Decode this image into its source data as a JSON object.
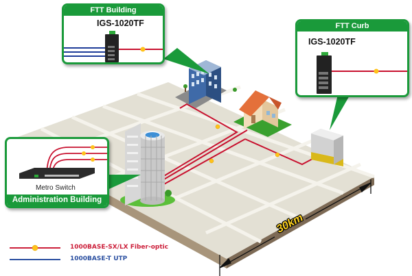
{
  "callouts": {
    "ftt_building": {
      "title": "FTT Building",
      "model": "IGS-1020TF"
    },
    "ftt_curb": {
      "title": "FTT Curb",
      "model": "IGS-1020TF"
    },
    "admin": {
      "title": "Administration Building",
      "device_label": "Metro Switch"
    }
  },
  "distance_label": "30km",
  "legend": [
    {
      "label": "1000BASE-SX/LX Fiber-optic",
      "type": "fiber",
      "color": "#cc1f3a"
    },
    {
      "label": "1000BASE-T UTP",
      "type": "utp",
      "color": "#2a4fa0"
    }
  ],
  "colors": {
    "callout_green": "#1a9a3a",
    "fiber_red": "#c8102e",
    "utp_blue": "#1f3d99",
    "connector_yellow": "#ffc21a",
    "ground": "#e4e1d6",
    "ground_edge": "#8c7a62"
  }
}
